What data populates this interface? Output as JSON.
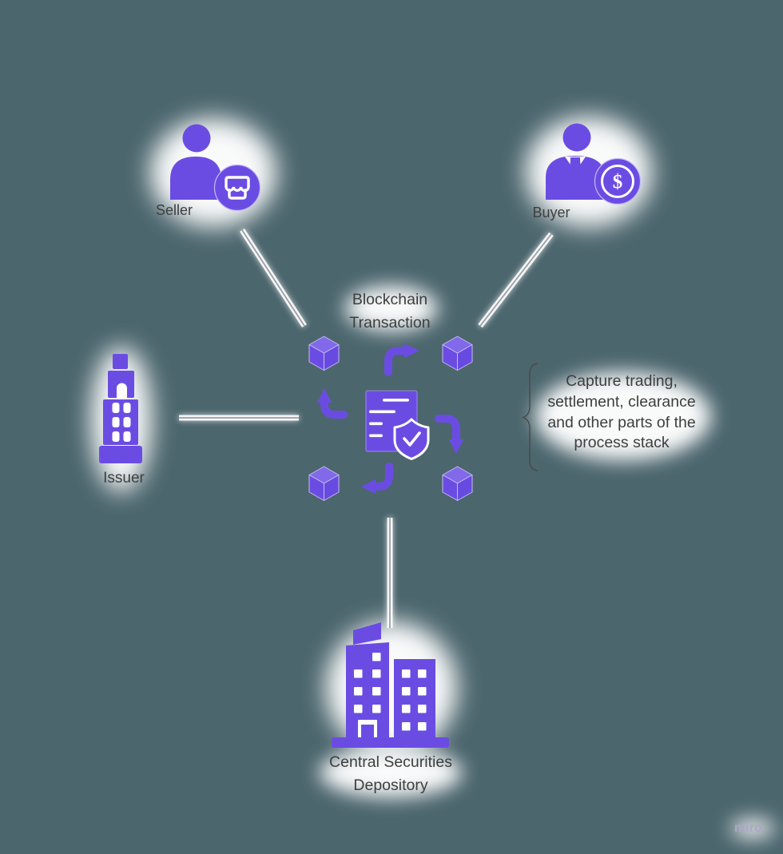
{
  "title_note": "Blockchain securities transaction diagram",
  "colors": {
    "background": "#4C666E",
    "accent_purple": "#6B4CE3",
    "accent_purple_light": "#8169E9",
    "edge_highlight": "#C4BAF5",
    "text_dark": "#3E3E3E",
    "line_gray": "#9B9BA3",
    "watermark": "#ACA7C6",
    "halo": "#FFFFFF"
  },
  "labels": {
    "seller": "Seller",
    "buyer": "Buyer",
    "issuer": "Issuer",
    "csd_line1": "Central Securities",
    "csd_line2": "Depository",
    "center_line1": "Blockchain",
    "center_line2": "Transaction"
  },
  "annotation": {
    "line1": "Capture trading,",
    "line2": "settlement, clearance",
    "line3": "and other parts of the",
    "line4": "process stack"
  },
  "badges": {
    "buyer_currency_symbol": "$"
  },
  "watermark": "miro",
  "icons": {
    "seller": "person-with-storefront-badge-icon",
    "buyer": "person-with-dollar-badge-icon",
    "issuer": "tower-building-icon",
    "csd": "two-buildings-icon",
    "center": [
      "cube-icon x4",
      "curved-arrow-icon x4",
      "document-icon",
      "shield-check-icon"
    ],
    "annotation_marker": "curly-brace"
  }
}
